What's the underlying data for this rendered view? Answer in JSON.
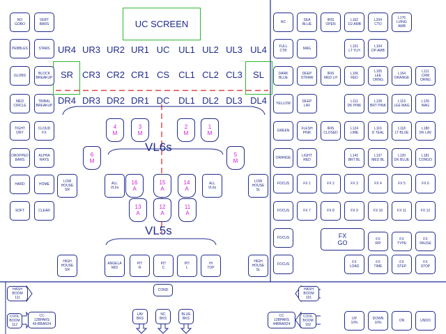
{
  "uc_screen": "UC SCREEN",
  "upstage_row": [
    "UR4",
    "UR3",
    "UR2",
    "UR1",
    "UC",
    "UL1",
    "UL2",
    "UL3",
    "UL4"
  ],
  "center_row": [
    "SR",
    "CR3",
    "CR2",
    "CR1",
    "CS",
    "CL1",
    "CL2",
    "CL3",
    "SL"
  ],
  "downstage_row": [
    "DR4",
    "DR3",
    "DR2",
    "DR1",
    "DC",
    "DL1",
    "DL2",
    "DL3",
    "DL4"
  ],
  "group_labels": {
    "vl6s": "VL6s",
    "vl5s": "VL5s"
  },
  "vl6_fixtures": [
    {
      "num": "4",
      "sub": "M"
    },
    {
      "num": "3",
      "sub": "M"
    },
    {
      "num": "2",
      "sub": "M"
    },
    {
      "num": "1",
      "sub": "M"
    },
    {
      "num": "6",
      "sub": "M"
    },
    {
      "num": "5",
      "sub": "M"
    }
  ],
  "vl5_fixtures": [
    {
      "num": "16",
      "sub": "A"
    },
    {
      "num": "15",
      "sub": "A"
    },
    {
      "num": "14",
      "sub": "A"
    },
    {
      "num": "13",
      "sub": "A"
    },
    {
      "num": "12",
      "sub": "A"
    },
    {
      "num": "11",
      "sub": "A"
    }
  ],
  "left_buttons": [
    "NO\nGOBO",
    "VERT\nBARS",
    "PEBBLES",
    "STARS",
    "GLOBS",
    "BLOCK\nBREAKUP",
    "MED\nCIRCLE",
    "TRIBAL\nBREAKUP",
    "TIGHT\nDRY",
    "CLOUD\nFX",
    "DROPPED\nBARS",
    "ALPHA\nRAYS",
    "HARD",
    "HOME",
    "SOFT",
    "CLEAR"
  ],
  "stage_buttons": {
    "low_house_sr": "LOW\nHOUSE\nSR",
    "all_vl6s_left": "ALL\nVL6s",
    "all_vl6s_right": "ALL\nVL6s",
    "low_house_sl": "LOW\nHOUSE\nSL",
    "high_house_sr": "HIGH\nHOUSE\nSR",
    "angela_mid": "ANGELA\nMID",
    "pit_r": "PIT\nR",
    "pit_c": "PIT\nC",
    "pit_l": "PIT\nL",
    "hi_top": "HI\nTOP",
    "high_house_sl": "HIGH\nHOUSE\nSL",
    "cond": "COND"
  },
  "color_buttons": [
    "NC",
    "SEA\nBLUE",
    "IRIS\nOPEN",
    "L162\n1/2 AMB",
    "L204\nCTO",
    "L176\nLVING AMB",
    "FULL\nCTB",
    "MAG",
    "L101\nLT YLH",
    "L104\nDP AMB",
    "DARK\nBLUE",
    "DEEP\nSTRAW",
    "IRIS\nMED LH",
    "L106\nRED",
    "L105\nLEE ORNG",
    "L164\nORANGE",
    "L111\nCRM ORNG",
    "YELLOW",
    "DEEP\nLAV",
    "L111\nDK PINK",
    "L128\nBRT PINK",
    "L119\nLEE MAG",
    "L126\nMAG",
    "GREEN",
    "FLESH\nPINK",
    "IRIS\nCLOSED",
    "L124\nLIME",
    "L116\nD TEAL",
    "L118\nLT BLUE",
    "L180\nDK LAV",
    "ORANGE",
    "LIGHT\nRED",
    "L141\nBRT BL",
    "L137\nMED BL",
    "L120\nDK BLUE",
    "L181\nCONGO"
  ],
  "fx_buttons": [
    "FOCUS",
    "FX 1",
    "FX 2",
    "FX 3",
    "FX 4",
    "FX 5",
    "FX 6",
    "FOCUS",
    "FX 7",
    "FX 8",
    "FX 9",
    "FX 10",
    "FX 11",
    "FX 12",
    "FOCUS",
    "FX\nGO",
    "FX\nRIP",
    "FX\nTYPE",
    "FX\nPAUSE",
    "FOCUS",
    "FX\nLOAD",
    "FX\nTIME",
    "FX\nSTEP",
    "FX\nSTOP"
  ],
  "bottom": {
    "hash_boom_left": "HASH\nBOOM\n111",
    "hash_boom_right": "HASH\nBOOM\n101",
    "cool_boom_left": "COOL\nBOOM\n112",
    "cool_boom_right": "COOL\nBOOM\n102",
    "cc_left": "CC\n12BPARS\n45-BBAR24",
    "cc_right": "CC\n12BPARS\n44BBAR24",
    "lav_bks": "LAV\nBKS",
    "nc_bks": "NC\nBKS",
    "blue_bks": "BLUE\nBKS",
    "up": "UP\n10%",
    "down": "DOWN\n10%",
    "on": "ON",
    "undo": "UNDO"
  },
  "colors": {
    "ink": "#1f2a8a",
    "highlight": "#2db52d",
    "dash": "#d62020",
    "fixture_num": "#d020d0"
  }
}
